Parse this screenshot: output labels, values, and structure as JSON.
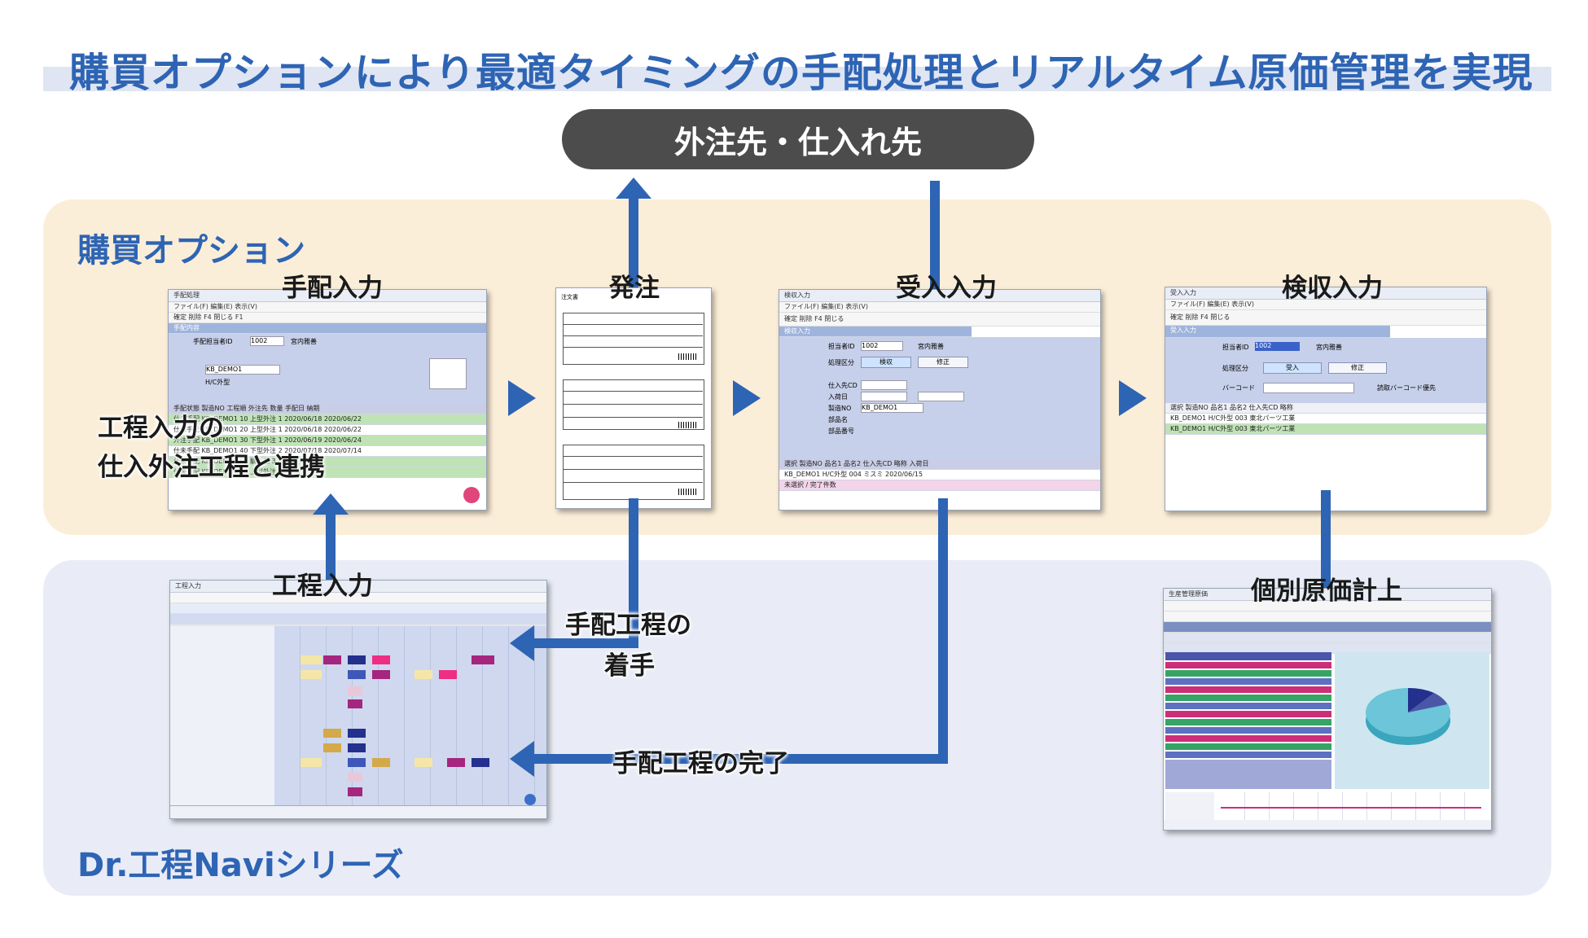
{
  "headline": "購買オプションにより最適タイミングの手配処理とリアルタイム原価管理を実現",
  "supplier_label": "外注先・仕入れ先",
  "purchase_section_title": "購買オプション",
  "navi_section_title": "Dr.工程Naviシリーズ",
  "steps": {
    "arrangement": "手配入力",
    "order": "発注",
    "receiving": "受入入力",
    "inspection": "検収入力",
    "process_input": "工程入力",
    "cost": "個別原価計上"
  },
  "annotations": {
    "link_line1": "工程入力の",
    "link_line2": "仕入外注工程と連携",
    "start_line1": "手配工程の",
    "start_line2": "着手",
    "complete": "手配工程の完了"
  },
  "colors": {
    "accent": "#2e64b4",
    "purchase_bg": "#fbeed8",
    "navi_bg": "#e9ecf6",
    "pill_bg": "#4c4c4c"
  },
  "screens": {
    "arrangement": {
      "title": "手配処理",
      "menu": "ファイル(F)  編集(E)  表示(V)",
      "toolbar": "確定  削除 F4  閉じる  F1",
      "band": "手配内容",
      "person_label": "手配担当者ID",
      "person_value": "1002",
      "person_name": "宮内雅善",
      "item_no": "KB_DEMO1",
      "item_name": "H/C外型",
      "table_header": "手配状態  製造NO  工程順  外注先  数量  手配日  納期",
      "rows": [
        "仕未手配  KB_DEMO1  10  上型外注  1  2020/06/18  2020/06/22",
        "仕未手配  KB_DEMO1  20  上型外注  1  2020/06/18  2020/06/22",
        "外注手配  KB_DEMO1  30  下型外注  1  2020/06/19  2020/06/24",
        "仕未手配  KB_DEMO1  40  下型外注  2  2020/07/18  2020/07/14",
        "仕未手配  KB_DEMO1  50  購入品  3",
        "仕未手配  KB_DEMO1  60  上型外注  3"
      ]
    },
    "receiving": {
      "title": "検収入力",
      "menu": "ファイル(F)  編集(E)  表示(V)",
      "toolbar": "確定   削除 F4   閉じる",
      "band": "検収入力",
      "person_label": "担当者ID",
      "person_value": "1002",
      "person_name": "宮内雅善",
      "class_label": "処理区分",
      "btn1": "検収",
      "btn2": "修正",
      "supplier_label": "仕入先CD",
      "date_label": "入荷日",
      "item_label": "製造NO",
      "item_value": "KB_DEMO1",
      "part_label": "部品名",
      "part_no_label": "部品番号",
      "table_header": "選択  製造NO  品名1  品名2  仕入先CD  略称  入荷日",
      "row": "KB_DEMO1  H/C外型  004  ミスミ  2020/06/15",
      "footer": "未選択 / 完了件数"
    },
    "inspection": {
      "title": "受入入力",
      "menu": "ファイル(F)  編集(E)  表示(V)",
      "toolbar": "確定     削除 F4     閉じる",
      "band": "受入入力",
      "person_label": "担当者ID",
      "person_value": "1002",
      "person_name": "宮内雅善",
      "class_label": "処理区分",
      "btn1": "受入",
      "btn2": "修正",
      "barcode_label": "バーコード",
      "barcode_opt": "読取バーコード優先",
      "table_header": "選択  製造NO  品名1  品名2  仕入先CD  略称",
      "rows": [
        "KB_DEMO1  H/C外型  003  東北パーツ工業",
        "KB_DEMO1  H/C外型  003  東北パーツ工業"
      ]
    },
    "order_doc": {
      "title": "注文書"
    },
    "gantt": {
      "title": "工程入力"
    },
    "cost_screen": {
      "title": "生産管理原価"
    }
  }
}
